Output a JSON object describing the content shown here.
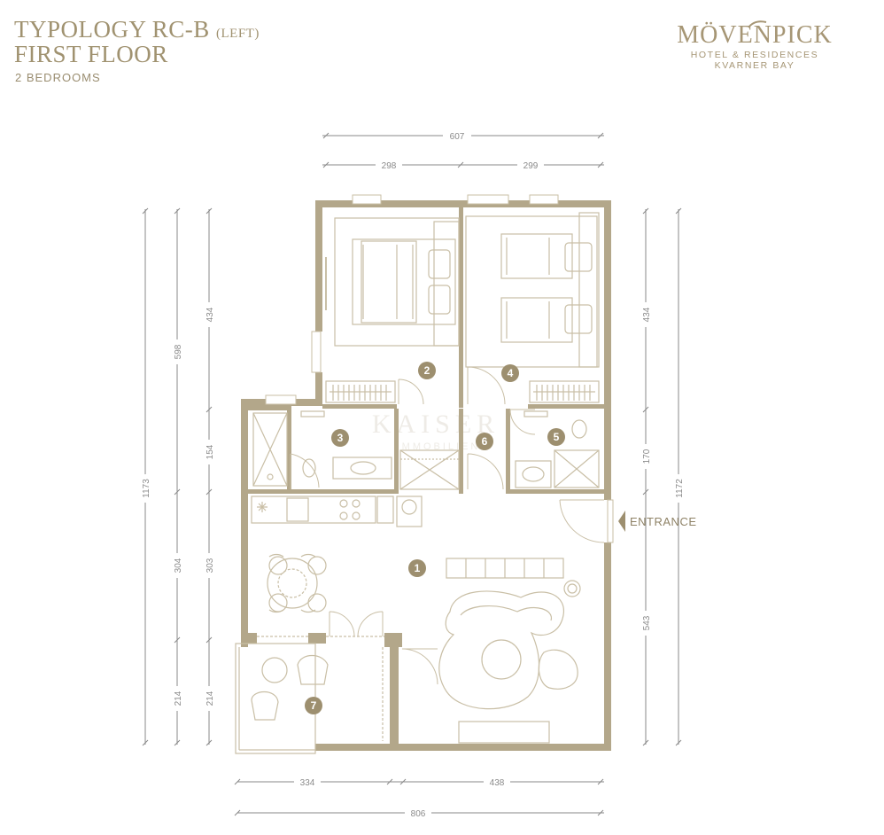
{
  "header": {
    "title_main": "TYPOLOGY RC-B",
    "title_suffix": "(LEFT)",
    "title_floor": "FIRST FLOOR",
    "subtitle": "2 BEDROOMS"
  },
  "logo": {
    "brand": "MÖVENPICK",
    "line1": "HOTEL & RESIDENCES",
    "line2": "KVARNER BAY"
  },
  "watermark": {
    "main": "KAISER",
    "sub": "IMMOBILIEN"
  },
  "dimensions": {
    "top_total": "607",
    "top_left": "298",
    "top_right": "299",
    "left_outer": "1173",
    "left_mid_upper": "598",
    "left_mid_lower_a": "304",
    "left_mid_lower_b": "214",
    "left_inner_top": "434",
    "left_inner_a": "154",
    "left_inner_b": "303",
    "left_inner_c": "214",
    "right_inner_top": "434",
    "right_inner_mid": "170",
    "right_inner_bottom": "543",
    "right_outer": "1172",
    "bottom_left": "334",
    "bottom_right": "438",
    "bottom_total": "806"
  },
  "rooms": [
    "1",
    "2",
    "3",
    "4",
    "5",
    "6",
    "7"
  ],
  "entrance_label": "ENTRANCE",
  "colors": {
    "wall": "#b3a78a",
    "line": "#c9bfa6",
    "badge": "#9d8f6f",
    "dim": "#8a8a8a"
  }
}
